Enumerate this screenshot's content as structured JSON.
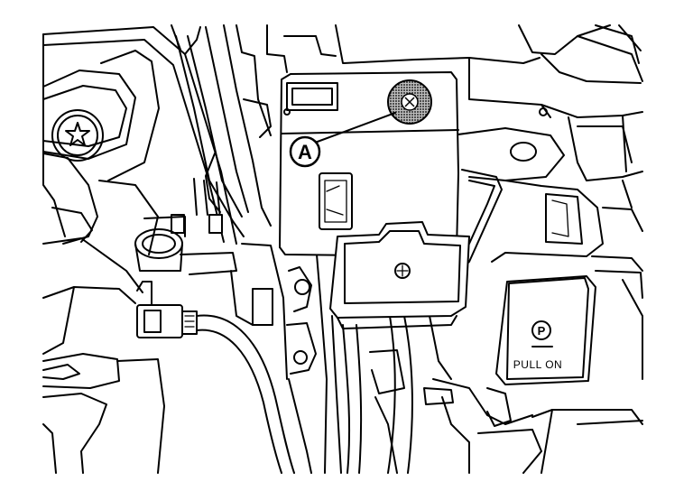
{
  "callout": {
    "letter": "A"
  },
  "switch": {
    "symbol": "P",
    "text": "PULL ON"
  },
  "colors": {
    "line": "#000000",
    "background": "#ffffff",
    "screw_shade": "#555555"
  }
}
